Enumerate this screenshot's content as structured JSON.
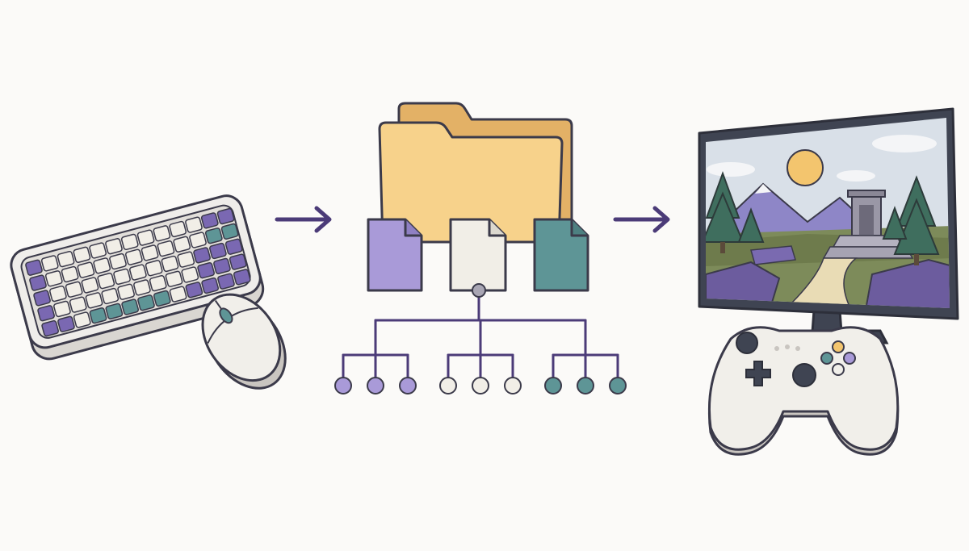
{
  "diagram": {
    "stages": [
      {
        "id": "input",
        "icons": [
          "keyboard-icon",
          "mouse-icon"
        ]
      },
      {
        "id": "files",
        "icons": [
          "folder-icon",
          "document-icon",
          "document-icon",
          "document-icon"
        ]
      },
      {
        "id": "output",
        "icons": [
          "monitor-icon",
          "gamepad-icon"
        ]
      }
    ],
    "tree": {
      "groups": [
        {
          "color": "#a99ad8",
          "leaves": 3
        },
        {
          "color": "#f1eee7",
          "leaves": 3
        },
        {
          "color": "#5e9596",
          "leaves": 3
        }
      ]
    }
  },
  "colors": {
    "background": "#fbfaf8",
    "outline": "#3b3a4a",
    "purple": "#7a68b2",
    "purple_light": "#a99ad8",
    "teal": "#5e9596",
    "cream": "#f1eee7",
    "folder_front": "#f7d28b",
    "folder_back": "#e3b166",
    "tree_line": "#4b3b78",
    "sky": "#d9e0e8",
    "sun": "#f3c56e"
  }
}
